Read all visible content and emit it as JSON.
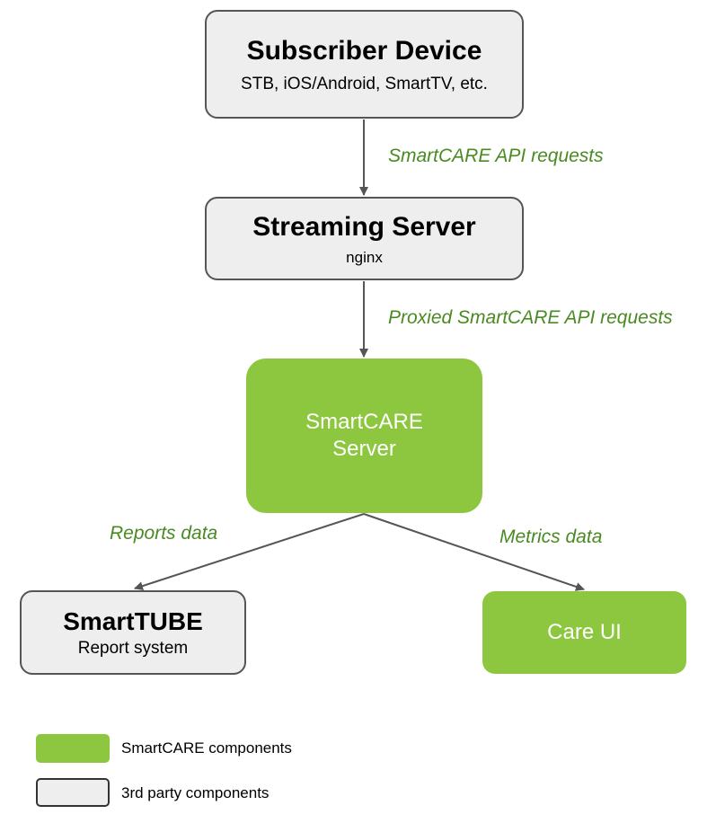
{
  "colors": {
    "smartcare_fill": "#8dc63f",
    "third_party_fill": "#eeeeee",
    "third_party_border": "#555555",
    "edge_label": "#4a8a22",
    "arrow": "#555555"
  },
  "nodes": {
    "subscriber_device": {
      "title": "Subscriber Device",
      "subtitle": "STB, iOS/Android, SmartTV, etc."
    },
    "streaming_server": {
      "title": "Streaming Server",
      "subtitle": "nginx"
    },
    "smartcare_server": {
      "line1": "SmartCARE",
      "line2": "Server"
    },
    "smarttube": {
      "title": "SmartTUBE",
      "subtitle": "Report system"
    },
    "care_ui": {
      "title": "Care UI"
    }
  },
  "edges": {
    "device_to_streaming": "SmartCARE API requests",
    "streaming_to_smartcare": "Proxied SmartCARE API requests",
    "smartcare_to_smarttube": "Reports data",
    "smartcare_to_careui": "Metrics data"
  },
  "legend": {
    "smartcare": "SmartCARE components",
    "third_party": "3rd party components"
  }
}
